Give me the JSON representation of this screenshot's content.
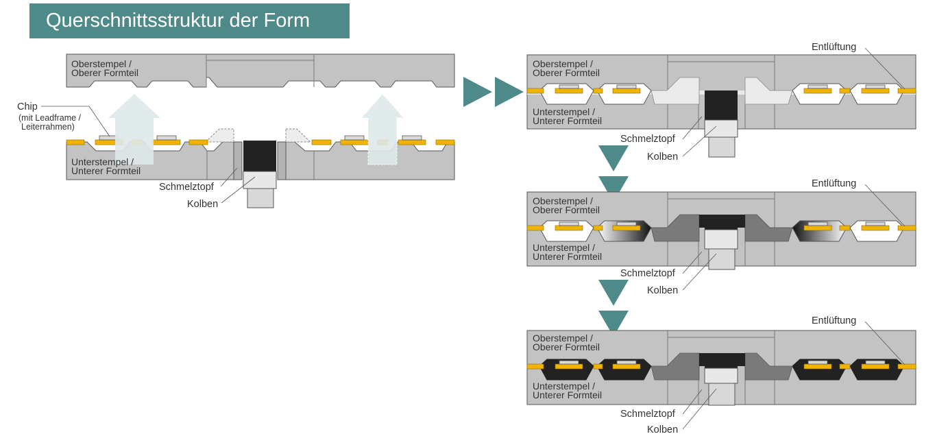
{
  "title": "Querschnittsstruktur der Form",
  "labels": {
    "upper_die_1": "Oberstempel /",
    "upper_die_2": "Oberer Formteil",
    "lower_die_1": "Unterstempel /",
    "lower_die_2": "Unterer Formteil",
    "chip": "Chip",
    "chip_note_1": "(mit Leadframe /",
    "chip_note_2": "Leiterrahmen)",
    "pot": "Schmelztopf",
    "plunger": "Kolben",
    "vent": "Entlüftung"
  },
  "colors": {
    "banner": "#4f8a8b",
    "arrow": "#4f8a8b",
    "die": "#c3c3c3",
    "leadframe": "#f0b400",
    "resin_solid": "#222222",
    "resin_flow": "#7a7a7a",
    "pellet_ghost": "#e6e6e6"
  }
}
